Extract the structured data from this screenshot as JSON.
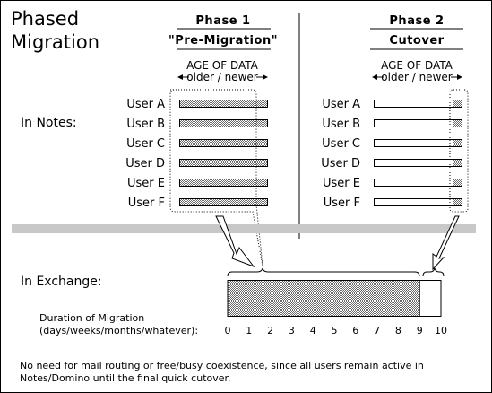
{
  "title_line1": "Phased",
  "title_line2": "Migration",
  "phase1": {
    "heading": "Phase 1",
    "subheading": "\"Pre-Migration\"",
    "age_label": "AGE OF DATA",
    "age_range": "older / newer",
    "users": [
      "User A",
      "User B",
      "User C",
      "User D",
      "User E",
      "User F"
    ],
    "fill_fraction": 1.0
  },
  "phase2": {
    "heading": "Phase 2",
    "subheading": "Cutover",
    "age_label": "AGE OF DATA",
    "age_range": "older / newer",
    "users": [
      "User A",
      "User B",
      "User C",
      "User D",
      "User E",
      "User F"
    ],
    "fill_fraction": 0.1
  },
  "in_notes_label": "In Notes:",
  "in_exchange_label": "In Exchange:",
  "duration": {
    "label_line1": "Duration of Migration",
    "label_line2": "(days/weeks/months/whatever):",
    "ticks": [
      "0",
      "1",
      "2",
      "3",
      "4",
      "5",
      "6",
      "7",
      "8",
      "9",
      "10"
    ],
    "phase1_end": 9,
    "phase2_end": 10
  },
  "footnote_line1": "No need for mail routing or free/busy coexistence, since all users remain active in",
  "footnote_line2": "Notes/Domino until the final quick cutover.",
  "colors": {
    "divider_band": "#c8c8c8",
    "fill": "#7a7a7a",
    "border": "#000000"
  }
}
